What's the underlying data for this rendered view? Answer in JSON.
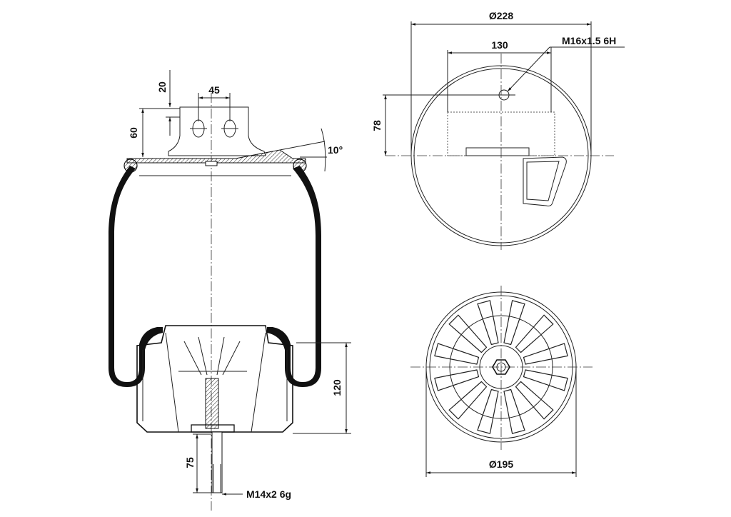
{
  "drawing": {
    "side_view": {
      "dim_top_offset": "20",
      "dim_hole_spacing": "45",
      "dim_bracket_height": "60",
      "dim_angle": "10°",
      "dim_piston_height": "120",
      "dim_stud_length": "75",
      "stud_thread": "M14x2 6g"
    },
    "top_view": {
      "dim_diameter": "Ø228",
      "dim_bracket_width": "130",
      "hole_thread": "M16x1.5 6H",
      "dim_hole_offset": "78"
    },
    "bottom_view": {
      "dim_diameter": "Ø195"
    }
  }
}
